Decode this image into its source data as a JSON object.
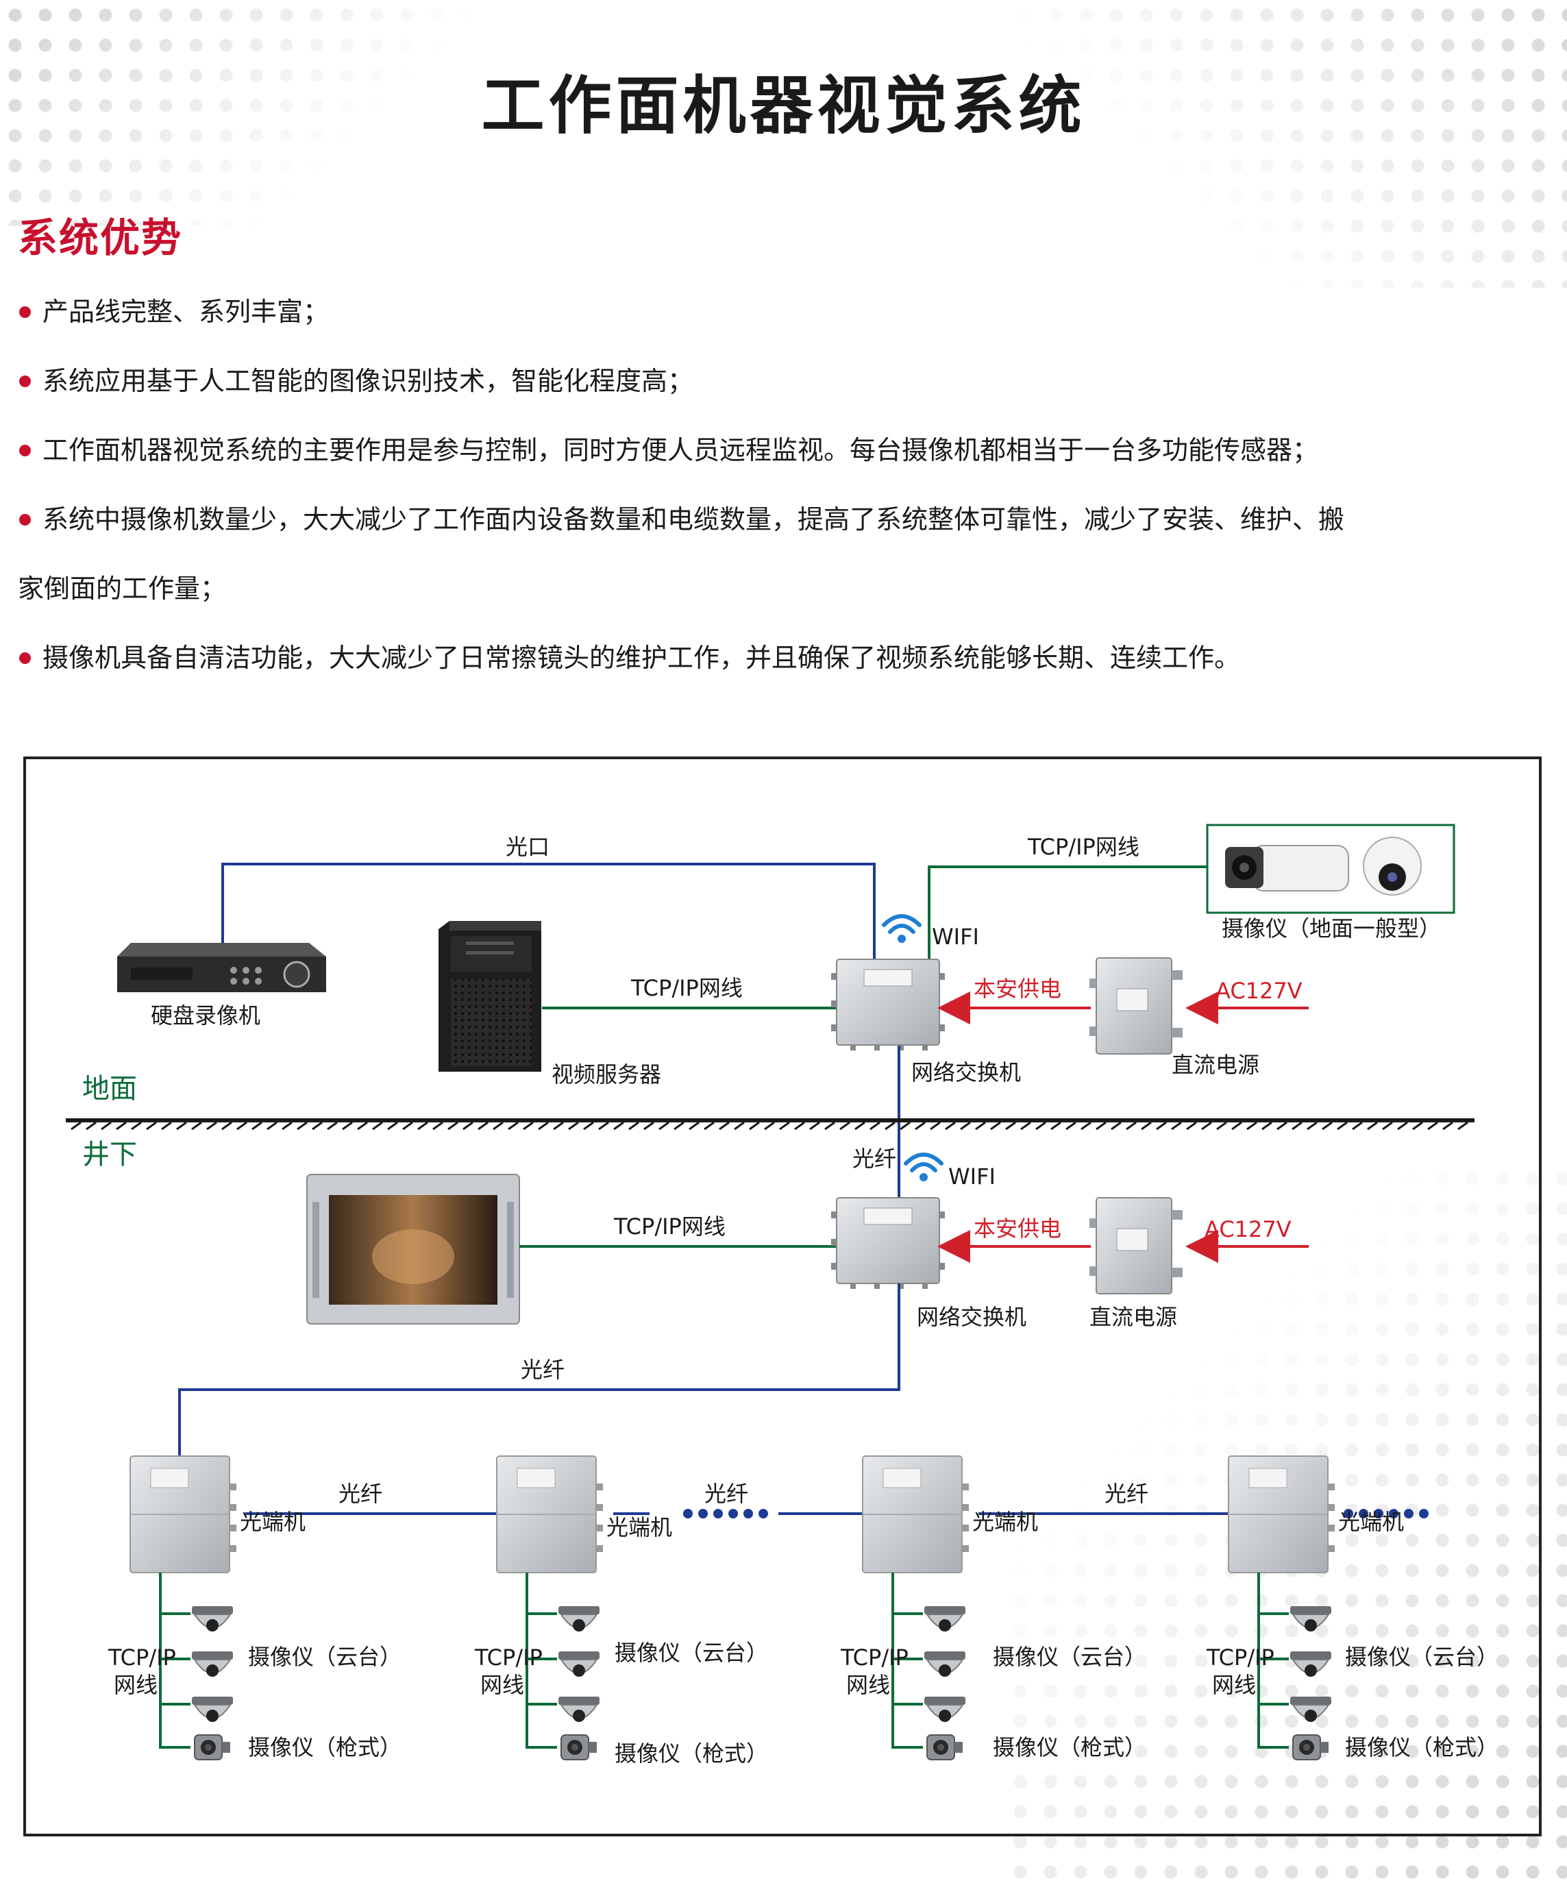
{
  "page_title": "工作面机器视觉系统",
  "advantages": {
    "heading": "系统优势",
    "items": [
      "产品线完整、系列丰富；",
      "系统应用基于人工智能的图像识别技术，智能化程度高；",
      "工作面机器视觉系统的主要作用是参与控制，同时方便人员远程监视。每台摄像机都相当于一台多功能传感器；",
      "系统中摄像机数量少，大大减少了工作面内设备数量和电缆数量，提高了系统整体可靠性，减少了安装、维护、搬家倒面的工作量；",
      "摄像机具备自清洁功能，大大减少了日常擦镜头的维护工作，并且确保了视频系统能够长期、连续工作。"
    ],
    "item4_line1": "系统中摄像机数量少，大大减少了工作面内设备数量和电缆数量，提高了系统整体可靠性，减少了安装、维护、搬",
    "item4_line2": "家倒面的工作量；"
  },
  "colors": {
    "accent_red": "#c8102e",
    "fiber_blue": "#1f3a93",
    "cable_green": "#0d6b3a",
    "power_red": "#d0202a"
  },
  "diagram": {
    "zone_surface": "地面",
    "zone_underground": "井下",
    "surface": {
      "optical_port_label": "光口",
      "tcpip_cable_label": "TCP/IP网线",
      "nvr_label": "硬盘录像机",
      "server_label": "视频服务器",
      "server_link_label": "TCP/IP网线",
      "switch_label": "网络交换机",
      "wifi_label": "WIFI",
      "intrinsic_power_label": "本安供电",
      "ac_label": "AC127V",
      "dc_power_label": "直流电源",
      "ground_cameras_label": "摄像仪（地面一般型）"
    },
    "underground": {
      "fiber_label": "光纤",
      "wifi_label": "WIFI",
      "monitor_link_label": "TCP/IP网线",
      "switch_label": "网络交换机",
      "intrinsic_power_label": "本安供电",
      "ac_label": "AC127V",
      "dc_power_label": "直流电源",
      "trunk_fiber_label": "光纤"
    },
    "chain_fiber_labels": [
      "光纤",
      "光纤",
      "光纤"
    ],
    "terminals": [
      {
        "label": "光端机",
        "cable_label_1": "TCP/IP",
        "cable_label_2": "网线",
        "ptz_label": "摄像仪（云台）",
        "bullet_label": "摄像仪（枪式）"
      },
      {
        "label": "光端机",
        "cable_label_1": "TCP/IP",
        "cable_label_2": "网线",
        "ptz_label": "摄像仪（云台）",
        "bullet_label": "摄像仪（枪式）"
      },
      {
        "label": "光端机",
        "cable_label_1": "TCP/IP",
        "cable_label_2": "网线",
        "ptz_label": "摄像仪（云台）",
        "bullet_label": "摄像仪（枪式）"
      },
      {
        "label": "光端机",
        "cable_label_1": "TCP/IP",
        "cable_label_2": "网线",
        "ptz_label": "摄像仪（云台）",
        "bullet_label": "摄像仪（枪式）"
      }
    ]
  }
}
